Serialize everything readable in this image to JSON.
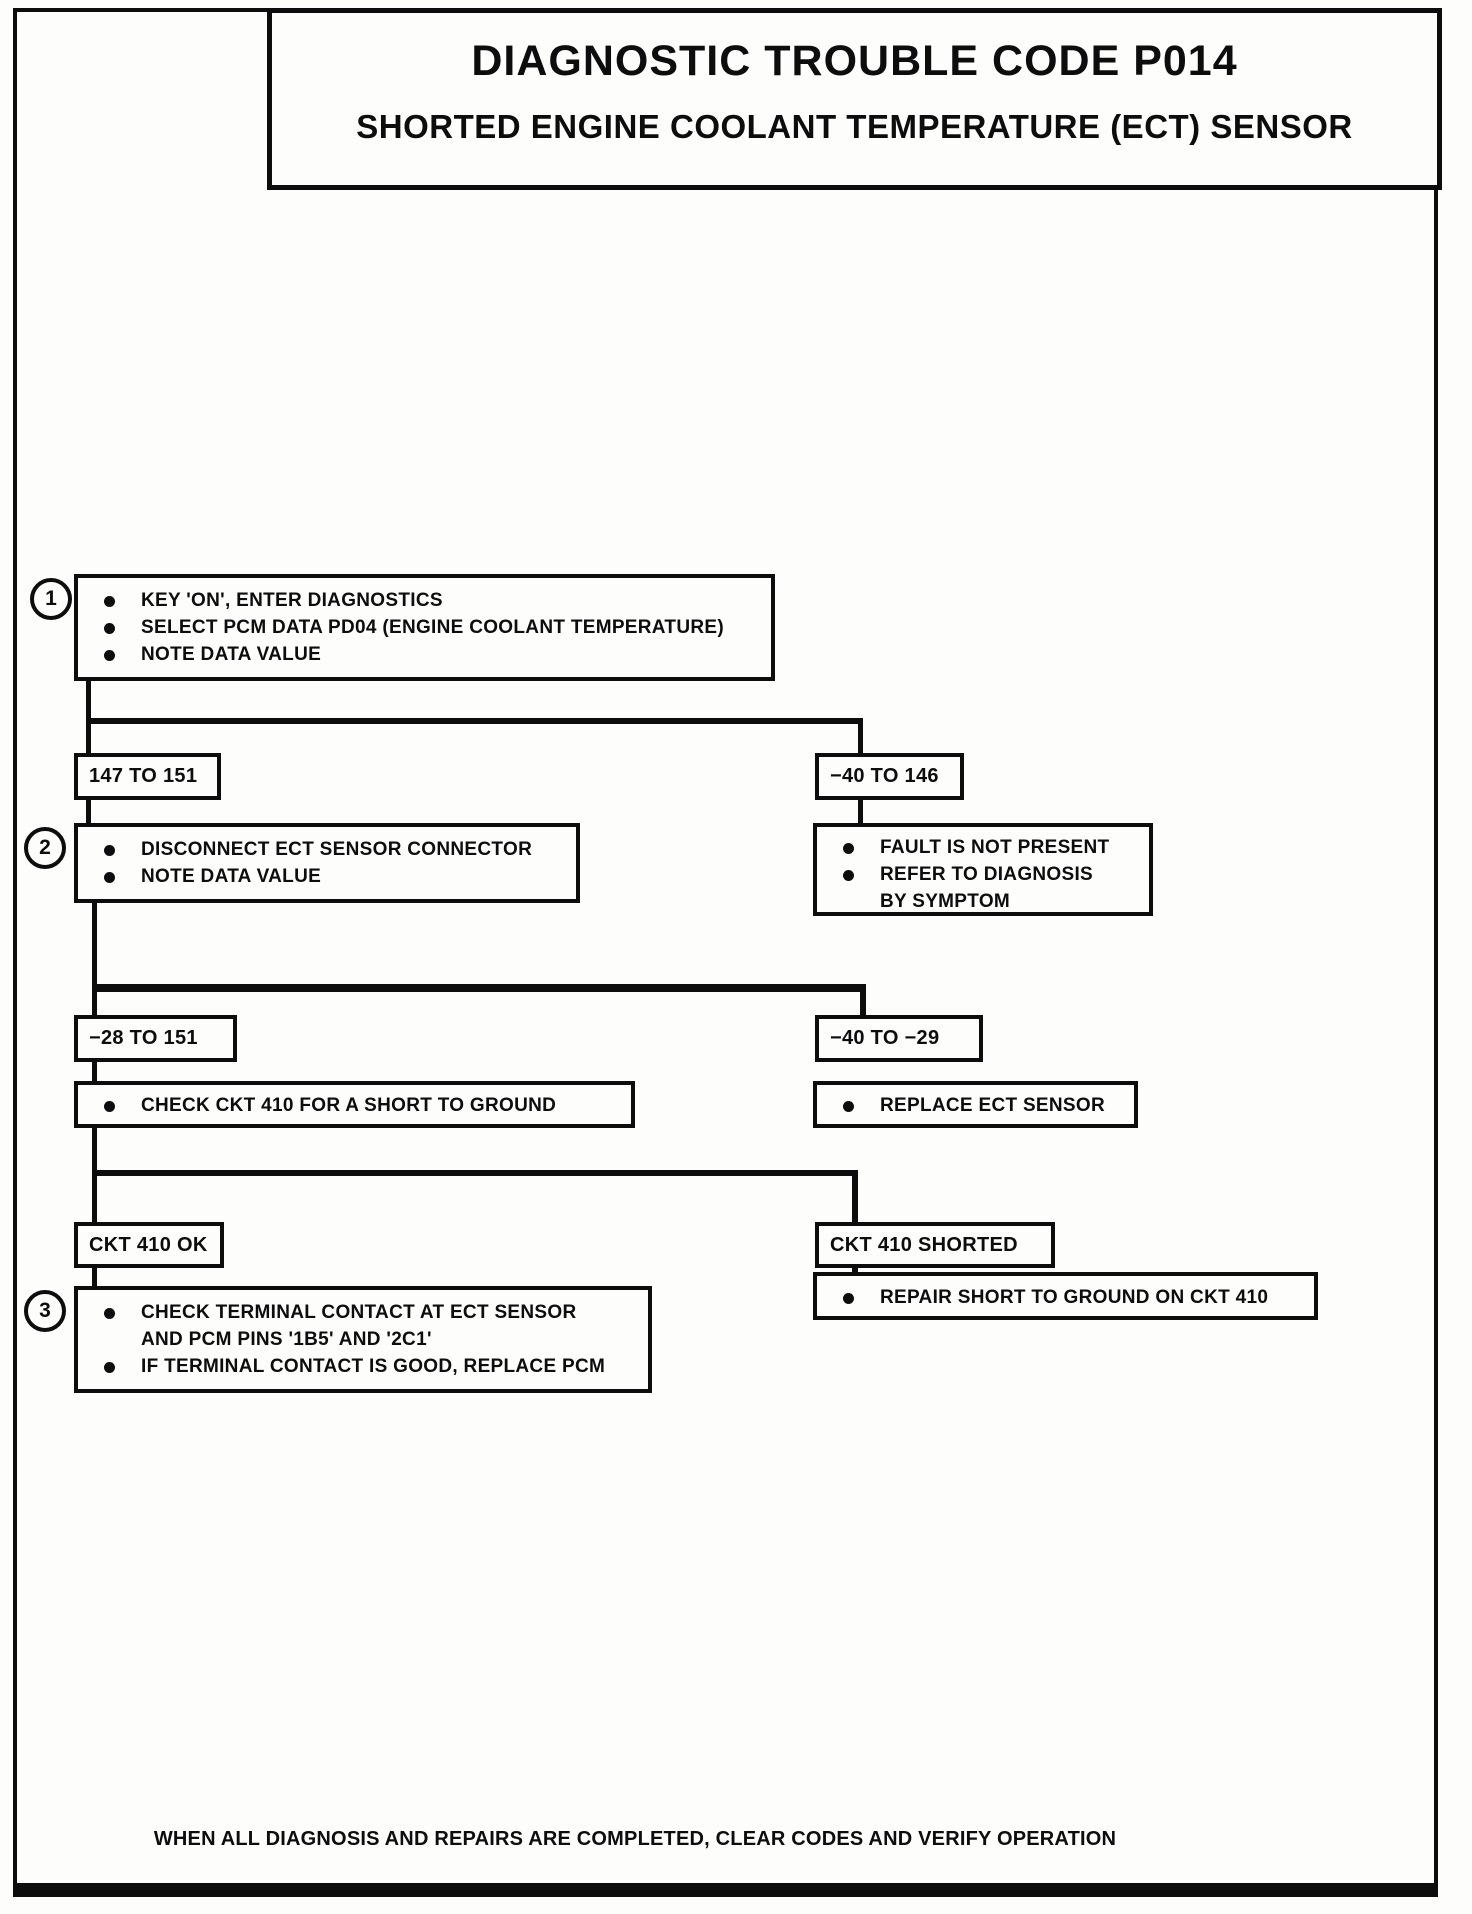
{
  "header": {
    "title": "DIAGNOSTIC TROUBLE CODE P014",
    "subtitle": "SHORTED ENGINE COOLANT TEMPERATURE (ECT) SENSOR"
  },
  "flowchart": {
    "step1": {
      "number": "1",
      "bullets": [
        "KEY 'ON', ENTER DIAGNOSTICS",
        "SELECT PCM DATA PD04 (ENGINE COOLANT TEMPERATURE)",
        "NOTE DATA VALUE"
      ]
    },
    "branch1": {
      "left": "147 TO 151",
      "right": "−40 TO 146"
    },
    "step2": {
      "number": "2",
      "bullets": [
        "DISCONNECT ECT SENSOR CONNECTOR",
        "NOTE DATA VALUE"
      ]
    },
    "fault_box": {
      "lines": [
        "FAULT IS NOT PRESENT",
        "REFER TO  DIAGNOSIS",
        "BY  SYMPTOM"
      ]
    },
    "branch2": {
      "left": "−28 TO 151",
      "right": "−40 TO −29"
    },
    "check_ckt_box": {
      "bullet": "CHECK CKT 410 FOR A SHORT TO GROUND"
    },
    "replace_ect_box": {
      "bullet": "REPLACE ECT SENSOR"
    },
    "branch3": {
      "left": "CKT 410 OK",
      "right": "CKT 410 SHORTED"
    },
    "step3": {
      "number": "3",
      "lines": [
        "CHECK TERMINAL CONTACT AT ECT SENSOR",
        "AND PCM PINS '1B5' AND '2C1'",
        "IF TERMINAL CONTACT IS GOOD, REPLACE PCM"
      ]
    },
    "repair_box": {
      "bullet": "REPAIR SHORT TO GROUND ON CKT 410"
    }
  },
  "footer": {
    "note": "WHEN ALL DIAGNOSIS AND REPAIRS ARE COMPLETED, CLEAR CODES AND VERIFY OPERATION"
  }
}
